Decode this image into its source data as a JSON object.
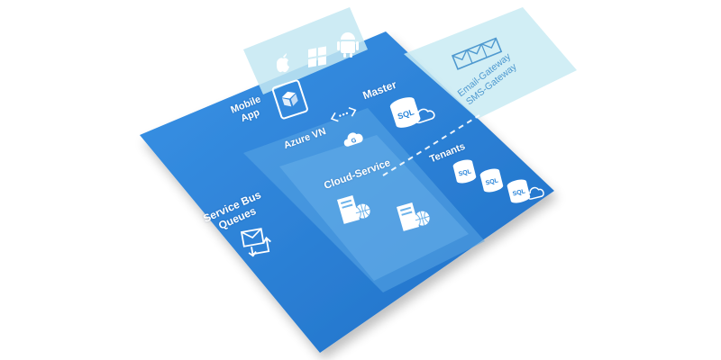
{
  "diagram": {
    "mobile_app": {
      "lines": [
        "Mobile",
        "App"
      ],
      "icon": "tablet-cube-icon"
    },
    "platforms": {
      "icons": [
        "apple-icon",
        "windows-icon",
        "android-icon"
      ]
    },
    "gateway": {
      "lines": [
        "Email-Gateway",
        "SMS-Gateway"
      ],
      "icon": "envelope-icon"
    },
    "master": {
      "label": "Master",
      "db_label": "SQL"
    },
    "azure_vn": {
      "label": "Azure VN",
      "icon_text": "<···>"
    },
    "cloud_service": {
      "label": "Cloud-Service",
      "badge": "G"
    },
    "tenants": {
      "label": "Tenants",
      "db_labels": [
        "SQL",
        "SQL",
        "SQL"
      ]
    },
    "service_bus": {
      "lines": [
        "Service Bus",
        "Queues"
      ],
      "icon": "queue-envelope-icon"
    }
  },
  "colors": {
    "main_panel": "#2a85d9",
    "inner_panel": "#5aa6e4",
    "platform_card": "#c4e7f2",
    "gateway_card": "#c9ebf3",
    "gateway_text": "#4f99cf"
  }
}
